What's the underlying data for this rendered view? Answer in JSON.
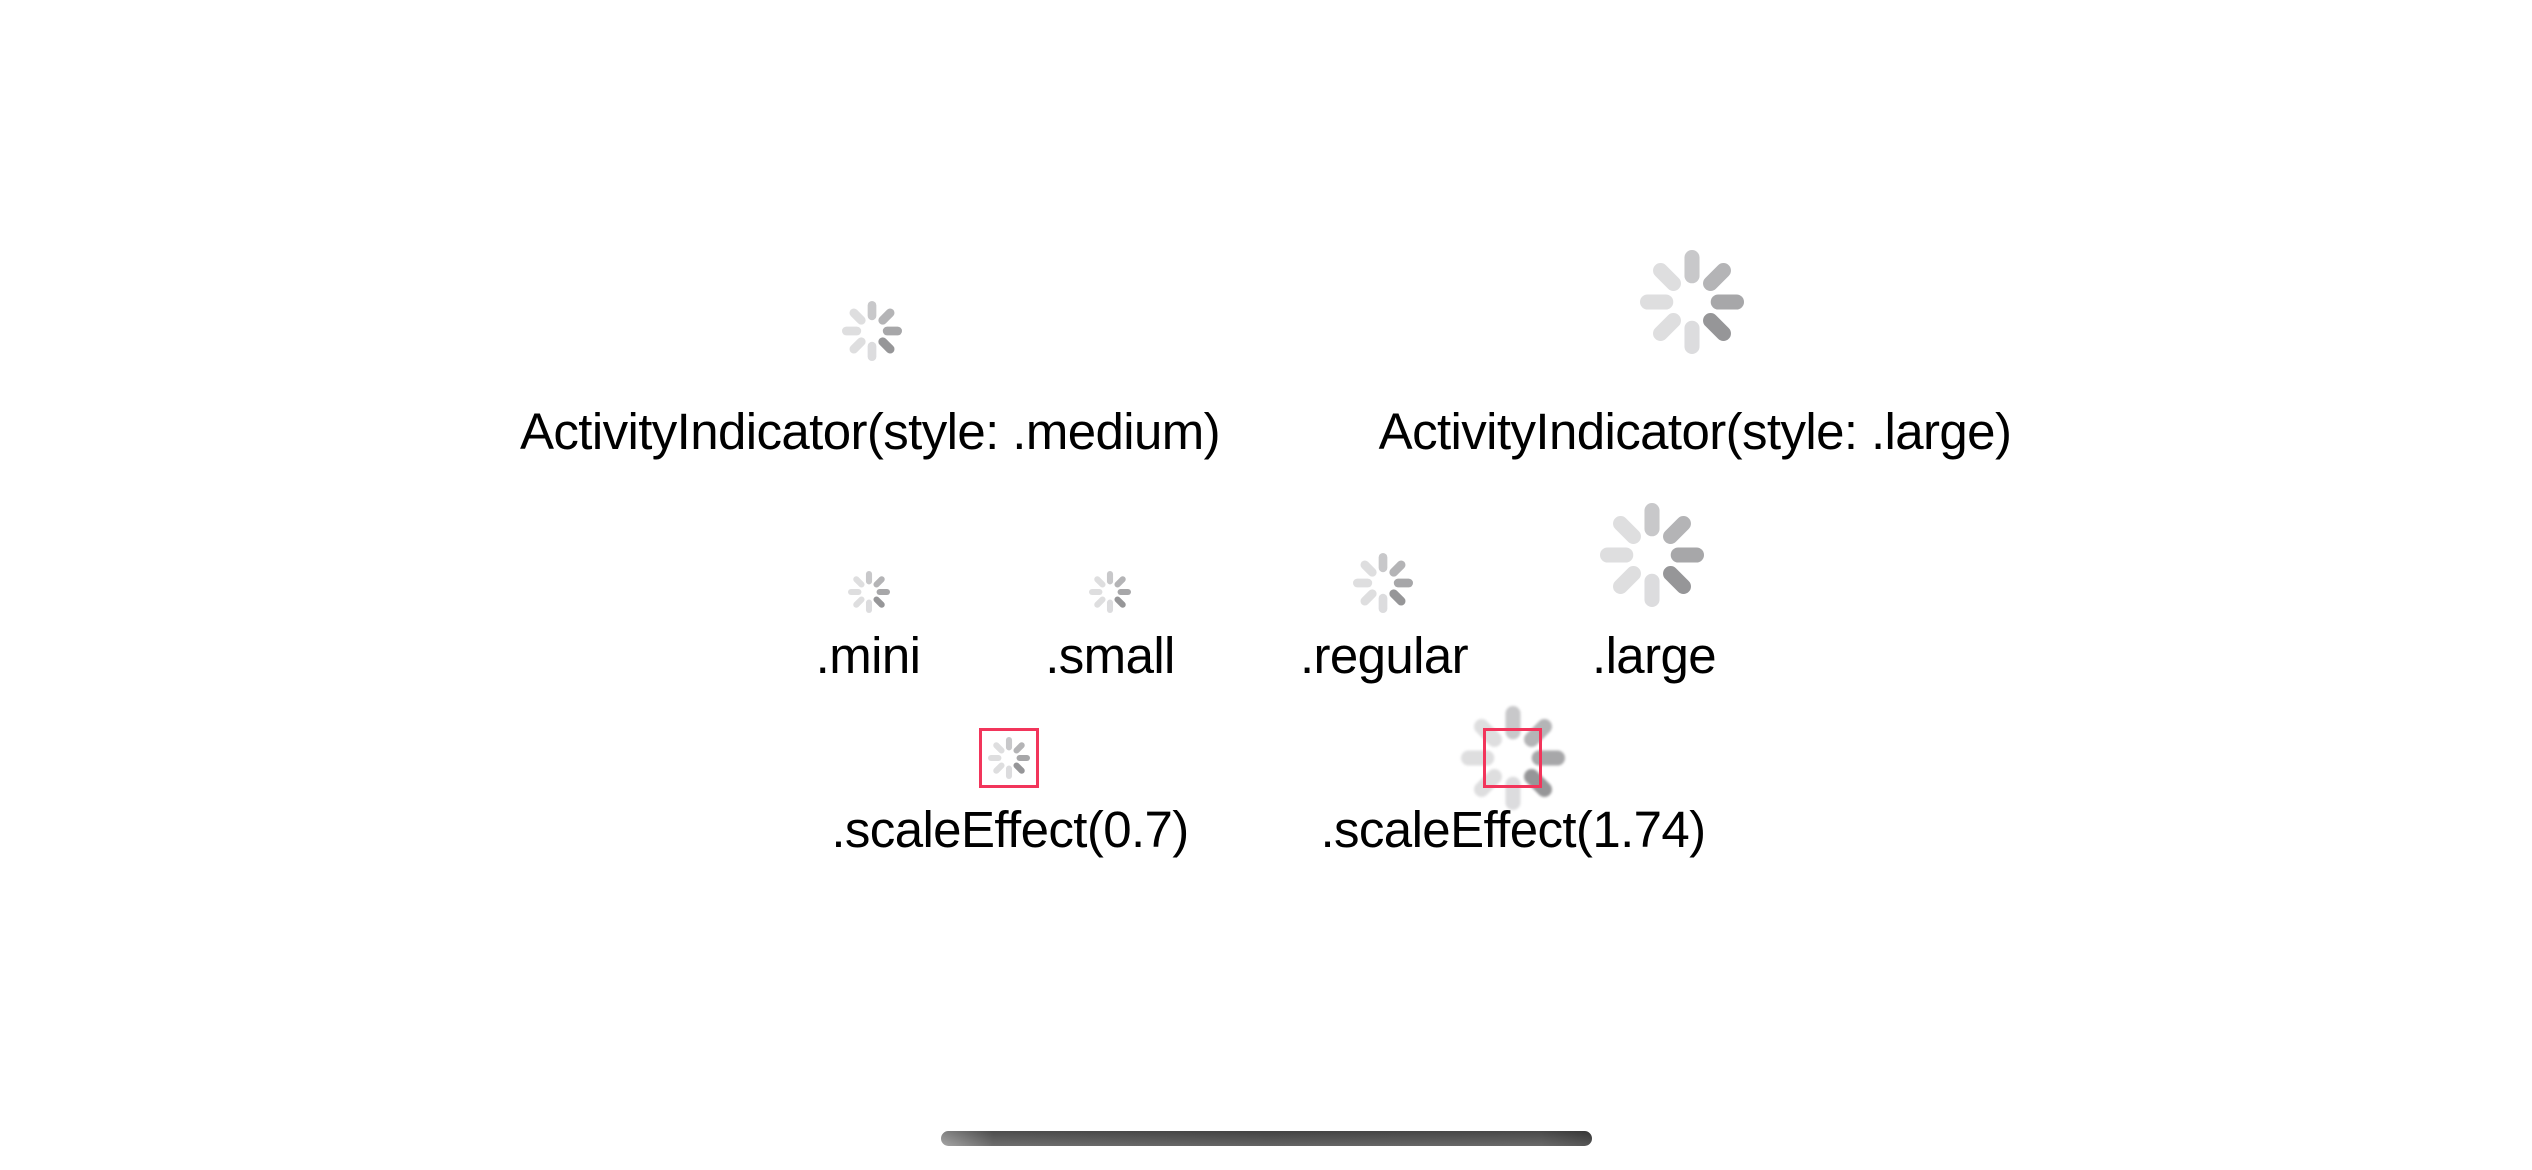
{
  "spoke_colors": {
    "n": "#c8c8ca",
    "ne": "#b4b4b6",
    "e": "#a7a7a9",
    "se": "#969698",
    "s": "#dcdcde",
    "sw": "#dededf",
    "w": "#dededf",
    "nw": "#dededf"
  },
  "accent_frame_color": "#f2355b",
  "row1": {
    "medium": {
      "label": "ActivityIndicator(style: .medium)"
    },
    "large": {
      "label": "ActivityIndicator(style: .large)"
    }
  },
  "row2": {
    "mini": {
      "label": ".mini"
    },
    "small": {
      "label": ".small"
    },
    "regular": {
      "label": ".regular"
    },
    "large": {
      "label": ".large"
    }
  },
  "row3": {
    "scale_small": {
      "label": ".scaleEffect(0.7)",
      "scale": "0.7"
    },
    "scale_large": {
      "label": ".scaleEffect(1.74)",
      "scale": "1.74"
    }
  }
}
